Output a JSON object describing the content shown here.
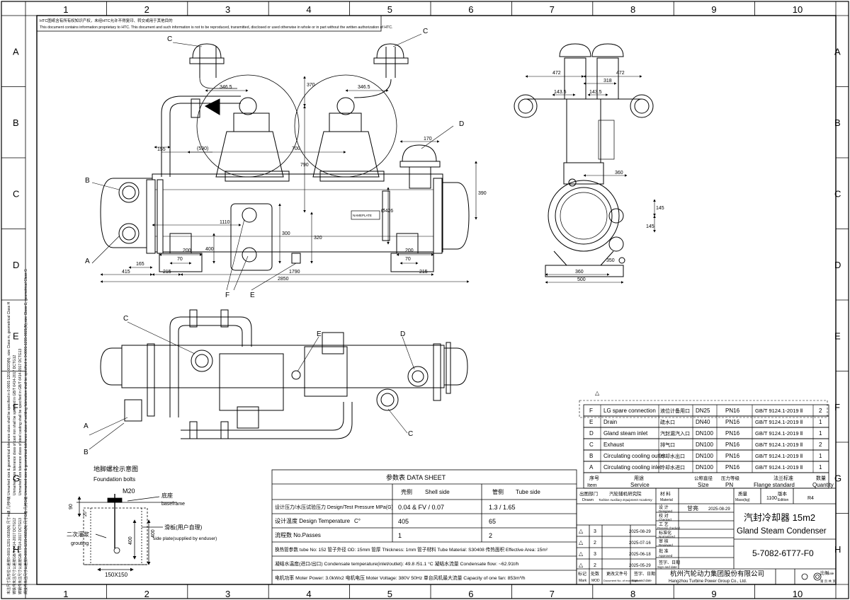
{
  "drawing": {
    "grid_cols": [
      "1",
      "2",
      "3",
      "4",
      "5",
      "6",
      "7",
      "8",
      "9",
      "10"
    ],
    "grid_rows": [
      "A",
      "B",
      "C",
      "D",
      "E",
      "F",
      "G",
      "H"
    ],
    "notice_cn": "HTC图纸含有所有权知识产权，未经HTC允许不得复印、转交或用于其他目的",
    "notice_en": "This document contains information proprietary to HTC. This document and such information is not to be reproduced, transmitted, disclosed or used otherwise in whole or in part without the written authorization of HTC.",
    "side_notes": [
      "Unmarked size & geometrical tolerance class shall be specified in 0-0001-1201-0020(N), size Class m, geometrical Class H",
      "Unmarked size tolerance class of cast iron shall be specified in GB/T 6414-2017 DCTG12",
      "Unmarked size tolerance class of steel casting shall be specified in GB/T 6414-2017 DCTG13",
      "Unmarked size & geometrical tolerance class of welding fabrication shall be specified in 0-0001-1215-0021(N),size Class C, geometrical Class G"
    ],
    "side_notes_cn": [
      "未注尺寸及形位公差按0-0001-1201-0020(N) 尺寸m级 几何H级",
      "铸铁件未注尺寸公差按GB/T 6414-2017 DCTG12",
      "铸钢件未注尺寸公差按GB/T 6414-2017 DCTG13",
      "焊接件未注尺寸公差按0-0001-1215-0021(N) 尺寸C级 几何G级"
    ],
    "callouts": {
      "A": "A",
      "B": "B",
      "C": "C",
      "D": "D",
      "E": "E",
      "F": "F"
    },
    "front_dims": {
      "d346a": "346.5",
      "d346b": "346.5",
      "d370": "370",
      "d155": "155",
      "d590": "(590)",
      "d700": "700",
      "d790": "790",
      "d170": "170",
      "d390": "390",
      "d426": "Ø426",
      "d1110": "1110",
      "d300": "300",
      "d320": "320",
      "d400": "400",
      "d200a": "200",
      "d200b": "200",
      "d70a": "70",
      "d70b": "70",
      "d165": "165",
      "d415": "415",
      "d215a": "215",
      "d215b": "215",
      "d1790": "1790",
      "d2850": "2850",
      "nameplate": "NAMEPLATE"
    },
    "side_dims": {
      "d472a": "472",
      "d472b": "472",
      "d318": "318",
      "d143a": "143.5",
      "d143b": "143.5",
      "d360a": "360",
      "d145a": "145",
      "d145b": "145",
      "d350": "350",
      "d360b": "360",
      "d500": "500"
    },
    "foundation": {
      "title_cn": "地脚螺栓示意图",
      "title_en": "Foundation bolts",
      "bolt": "M20",
      "base_cn": "底座",
      "base_en": "baseframe",
      "grout_cn": "二次灌浆",
      "grout_en": "grouting",
      "plate_cn": "滑板(用户自理)",
      "plate_en": "side plate(supplied by enduser)",
      "d90": "90",
      "d20": "20",
      "d400a": "400",
      "d400b": "400",
      "size": "150X150"
    },
    "nozzle_table": {
      "rows": [
        {
          "id": "F",
          "service_en": "LG spare connection",
          "service_cn": "液位计备用口",
          "size": "DN25",
          "pn": "PN16",
          "std": "GB/T 9124.1-2019 Ⅱ",
          "qty": "2"
        },
        {
          "id": "E",
          "service_en": "Drain",
          "service_cn": "疏水口",
          "size": "DN40",
          "pn": "PN16",
          "std": "GB/T 9124.1-2019 Ⅱ",
          "qty": "1"
        },
        {
          "id": "D",
          "service_en": "Gland steam inlet",
          "service_cn": "汽封漏汽入口",
          "size": "DN100",
          "pn": "PN16",
          "std": "GB/T 9124.1-2019 Ⅱ",
          "qty": "1"
        },
        {
          "id": "C",
          "service_en": "Exhaust",
          "service_cn": "排气口",
          "size": "DN100",
          "pn": "PN16",
          "std": "GB/T 9124.1-2019 Ⅱ",
          "qty": "2"
        },
        {
          "id": "B",
          "service_en": "Circulating cooling outlet",
          "service_cn": "冷却水出口",
          "size": "DN100",
          "pn": "PN16",
          "std": "GB/T 9124.1-2019 Ⅱ",
          "qty": "1"
        },
        {
          "id": "A",
          "service_en": "Circulating cooling inlet",
          "service_cn": "冷却水进口",
          "size": "DN100",
          "pn": "PN16",
          "std": "GB/T 9124.1-2019 Ⅱ",
          "qty": "1"
        }
      ],
      "header": {
        "item_cn": "序号",
        "item_en": "Item",
        "service_cn": "用途",
        "service_en": "Service",
        "size_cn": "公称直径",
        "size_en": "Size",
        "pn_cn": "压力等级",
        "pn_en": "PN",
        "std_cn": "法兰标准",
        "std_en": "Flange standard",
        "qty_cn": "数量",
        "qty_en": "Quantity"
      }
    },
    "data_sheet": {
      "title": "参数表 DATA SHEET",
      "shell_cn": "壳侧",
      "shell_en": "Shell side",
      "tube_cn": "管侧",
      "tube_en": "Tube side",
      "pressure_label": "设计压力/水压试验压力 Design/Test Pressure MPa(G)",
      "pressure_shell": "0.04 & FV / 0.07",
      "pressure_tube": "1.3 / 1.65",
      "temp_label": "设计温度  Design Temperature",
      "temp_unit": "C°",
      "temp_shell": "405",
      "temp_tube": "65",
      "pass_label": "流程数       No.Passes",
      "pass_shell": "1",
      "pass_tube": "2",
      "tube_line": "换热管参数 tube No: 152 管子外径 OD: 15mm 管厚 Thickness: 1mm 管子材料 Tube Material: S30408 传热面积 Effective Area: 15m²",
      "condensate_line": "凝结水温度(进口/出口) Condensate temperature(inlet/outlet): 49.8 /51.1 °C 凝结水流量 Condensate flow: ~62.91t/h",
      "motor_line": "电机功率 Moter Power: 3.0kWx2 电机电压 Moter Voltage: 380V 50Hz 单台风机最大流量 Capacity of one fan: 853m³/h"
    },
    "title_block": {
      "drawn_cn": "出图部门",
      "drawn_en": "Drawn",
      "academy_cn": "汽轮辅机研究院",
      "academy_en": "Turbine Auxiliary Equipment Academy",
      "material_cn": "材 料",
      "material_en": "Material",
      "mass_cn": "质量",
      "mass_en": "Mass(kg)",
      "mass": "1100",
      "edition_cn": "版本",
      "edition_en": "Edition",
      "edition": "R4",
      "designed_cn": "设 计",
      "designed_en": "Designed",
      "designer": "甘亮",
      "designed_date": "2025-08-29",
      "checked_cn": "校 对",
      "checked_en": "Checked",
      "process_cn": "工 艺",
      "process_en": "Process checked",
      "normalized_cn": "标准化",
      "normalized_en": "Normalized",
      "reviewed_cn": "审 核",
      "reviewed_en": "Reviewed",
      "approved_cn": "批 准",
      "approved_en": "Approved",
      "revisions": [
        {
          "mark": "3",
          "date": "2025-08-29"
        },
        {
          "mark": "2",
          "date": "2025-07-16"
        },
        {
          "mark": "3",
          "date": "2025-06-18"
        },
        {
          "mark": "2",
          "date": "2025-05-29"
        }
      ],
      "mark_cn": "标记",
      "mark_en": "Mark",
      "mod_cn": "处数",
      "mod_en": "MOD",
      "docno_cn": "更改文件号",
      "docno_en": "Document No. of modification",
      "sign_cn": "签字、日期",
      "sign_en": "Sign and date",
      "title_cn": "汽封冷却器 15m2",
      "title_en": "Gland Steam Condenser",
      "drawing_no": "5-7082-6T77-F0",
      "company_cn": "杭州汽轮动力集团股份有限公司",
      "company_en": "Hangzhou Turbine Power Group Co., Ltd.",
      "scale_cn": "比例",
      "scale_en": "Scale",
      "sheet_cn": "第  页  共  页",
      "sheet_en": "Page  of"
    }
  }
}
